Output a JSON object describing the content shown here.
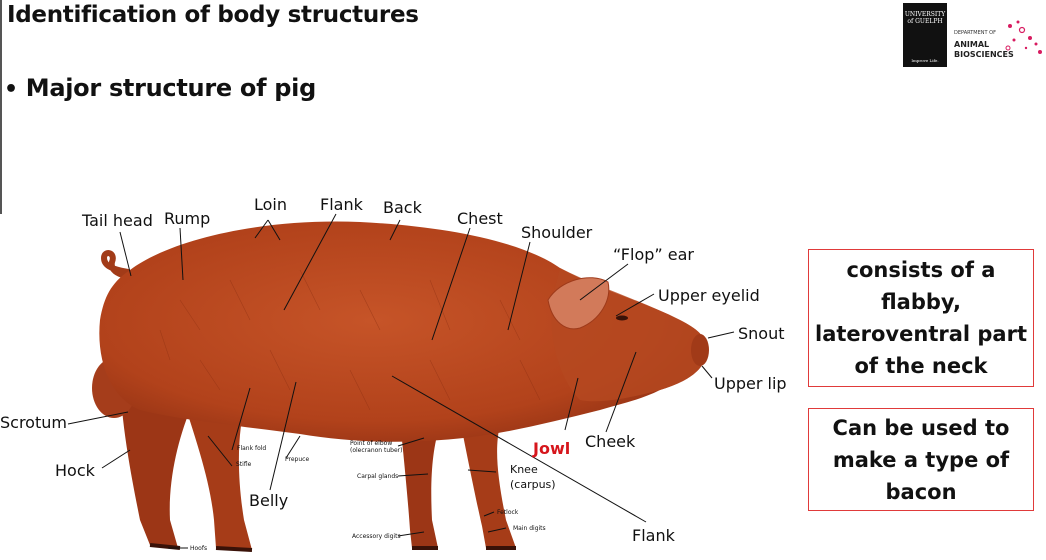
{
  "slide": {
    "title": "Identification of body structures",
    "bullet": "Major structure of pig"
  },
  "logos": {
    "university": "UNIVERSITY of GUELPH",
    "university_tagline": "Improve Life.",
    "department_small": "DEPARTMENT OF",
    "department": "ANIMAL BIOSCIENCES"
  },
  "labels": {
    "tail_head": "Tail head",
    "rump": "Rump",
    "loin": "Loin",
    "flank_top": "Flank",
    "back": "Back",
    "chest": "Chest",
    "shoulder": "Shoulder",
    "flop_ear": "“Flop” ear",
    "upper_eyelid": "Upper eyelid",
    "snout": "Snout",
    "upper_lip": "Upper lip",
    "scrotum": "Scrotum",
    "hock": "Hock",
    "belly": "Belly",
    "jowl": "Jowl",
    "cheek": "Cheek",
    "knee": "Knee\n(carpus)",
    "flank_bottom": "Flank"
  },
  "small_labels": {
    "flank_fold": "Flank fold",
    "stifle": "Stifle",
    "prepuce": "Prepuce",
    "point_of_elbow": "Point of elbow\n(olecranon tuber)",
    "carpal_glands": "Carpal glands",
    "accessory_digits": "Accessory digits",
    "fetlock": "Fetlock",
    "main_digits": "Main digits",
    "hoofs": "Hoofs"
  },
  "info_boxes": [
    {
      "text": "consists of a flabby, lateroventral part of the neck"
    },
    {
      "text": "Can be used to make a type of bacon"
    }
  ],
  "colors": {
    "pig_body": "#b8461e",
    "pig_dark": "#8a2e12",
    "highlight_label": "#d6161c",
    "box_border": "#e03a3a"
  }
}
